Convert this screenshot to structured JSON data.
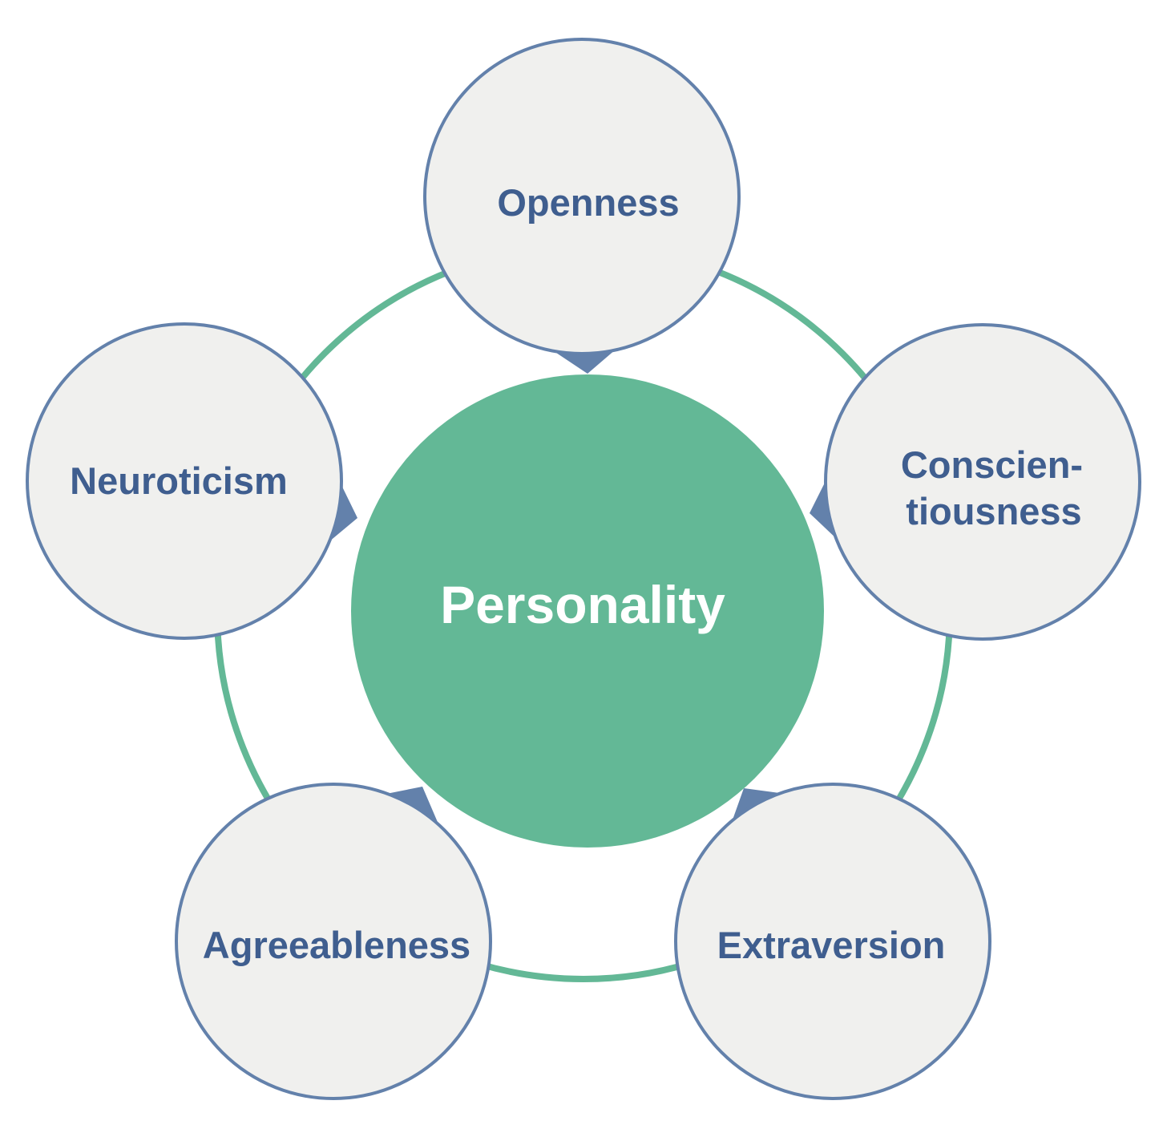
{
  "center": {
    "label": "Personality"
  },
  "traits": [
    {
      "lines": [
        "Openness"
      ]
    },
    {
      "lines": [
        "Conscien-",
        "tiousness"
      ]
    },
    {
      "lines": [
        "Extraversion"
      ]
    },
    {
      "lines": [
        "Agreeableness"
      ]
    },
    {
      "lines": [
        "Neuroticism"
      ]
    }
  ],
  "colors": {
    "center_fill": "#63b896",
    "ring": "#63b896",
    "trait_fill": "#f0f0ee",
    "trait_stroke": "#6381ab",
    "trait_text": "#3f5e8f",
    "arrow": "#6381ab",
    "center_text": "#ffffff"
  }
}
